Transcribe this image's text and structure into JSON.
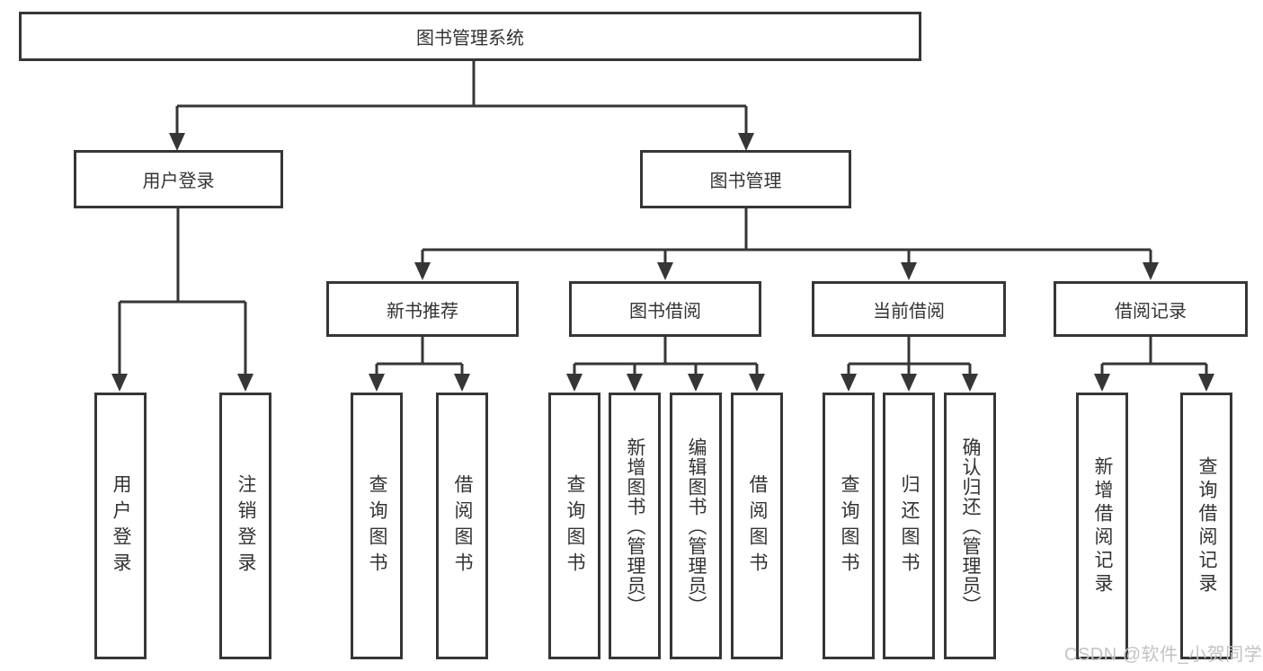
{
  "tree": {
    "root": "图书管理系统",
    "branches": [
      {
        "label": "用户登录",
        "children": [
          "用户登录",
          "注销登录"
        ]
      },
      {
        "label": "图书管理",
        "sections": [
          {
            "label": "新书推荐",
            "children": [
              "查询图书",
              "借阅图书"
            ]
          },
          {
            "label": "图书借阅",
            "children": [
              "查询图书",
              "新增图书（管理员）",
              "编辑图书（管理员）",
              "借阅图书"
            ]
          },
          {
            "label": "当前借阅",
            "children": [
              "查询图书",
              "归还图书",
              "确认归还（管理员）"
            ]
          },
          {
            "label": "借阅记录",
            "children": [
              "新增借阅记录",
              "查询借阅记录"
            ]
          }
        ]
      }
    ]
  },
  "watermark": {
    "text": "CSDN @软件_小贺同学"
  },
  "colors": {
    "line": "#363636",
    "text": "#333333",
    "watermark": "#c3c3c3",
    "background": "#ffffff"
  }
}
